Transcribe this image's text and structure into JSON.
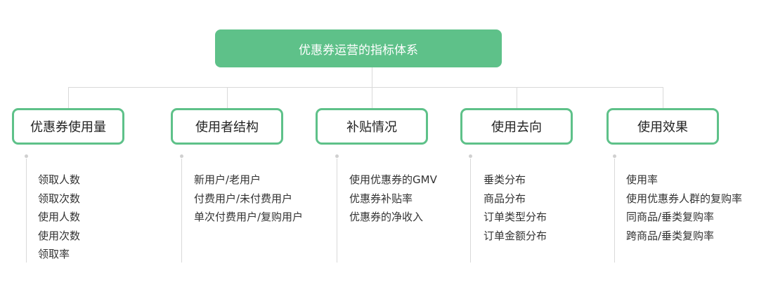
{
  "title": "优惠券运营的指标体系",
  "categories": [
    {
      "label": "优惠券使用量",
      "items": [
        "领取人数",
        "领取次数",
        "使用人数",
        "使用次数",
        "领取率"
      ]
    },
    {
      "label": "使用者结构",
      "items": [
        "新用户/老用户",
        "付费用户/未付费用户",
        "单次付费用户/复购用户"
      ]
    },
    {
      "label": "补贴情况",
      "items": [
        "使用优惠券的GMV",
        "优惠券补贴率",
        "优惠券的净收入"
      ]
    },
    {
      "label": "使用去向",
      "items": [
        "垂类分布",
        "商品分布",
        "订单类型分布",
        "订单金额分布"
      ]
    },
    {
      "label": "使用效果",
      "items": [
        "使用率",
        "使用优惠券人群的复购率",
        "同商品/垂类复购率",
        "跨商品/垂类复购率"
      ]
    }
  ],
  "colors": {
    "accent": "#5ec189",
    "connector": "#d9d9d9",
    "text": "#333333"
  }
}
